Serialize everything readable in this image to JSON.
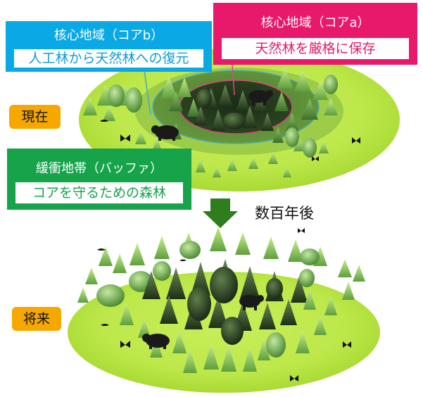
{
  "labels": {
    "core_b": {
      "title": "核心地域（コアb）",
      "desc": "人工林から天然林への復元"
    },
    "core_a": {
      "title": "核心地域（コアa）",
      "desc": "天然林を厳格に保存"
    },
    "buffer": {
      "title": "緩衝地帯（バッファ）",
      "desc": "コアを守るための森林"
    }
  },
  "eras": {
    "current": "現在",
    "future": "将来"
  },
  "transition": {
    "label": "数百年後"
  },
  "colors": {
    "core_b": "#0aa9e6",
    "core_a": "#e8196a",
    "buffer": "#16a34a",
    "era_badge": "#f6a800",
    "arrow": "#2f7d1c"
  },
  "icons": [
    "tree-icon",
    "bear-icon",
    "butterfly-icon",
    "bird-icon"
  ]
}
